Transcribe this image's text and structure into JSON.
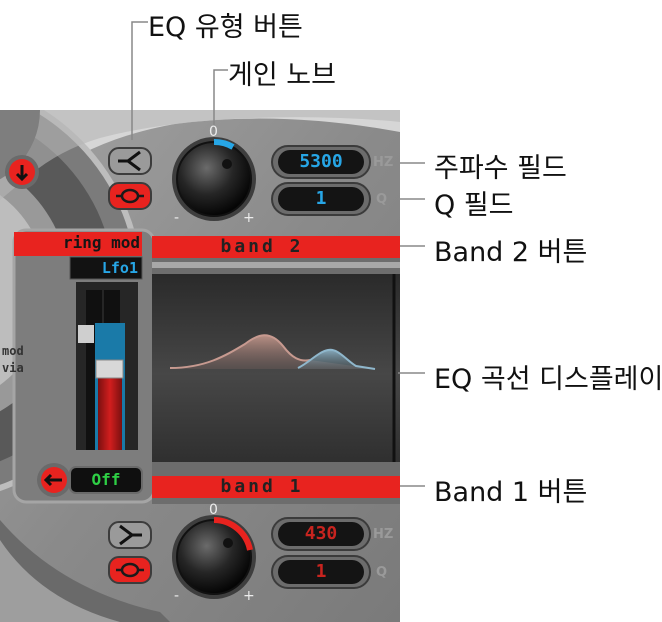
{
  "callouts": {
    "eq_type": "EQ 유형 버튼",
    "gain_knob": "게인 노브",
    "frequency_field": "주파수 필드",
    "q_field": "Q 필드",
    "band2_button": "Band 2 버튼",
    "eq_curve_display": "EQ 곡선 디스플레이",
    "band1_button": "Band 1 버튼"
  },
  "band2": {
    "frequency_value": "5300",
    "frequency_unit": "HZ",
    "q_value": "1",
    "q_unit": "Q",
    "label": "band 2",
    "knob_zero": "0",
    "knob_minus": "-",
    "knob_plus": "+"
  },
  "band1": {
    "frequency_value": "430",
    "frequency_unit": "HZ",
    "q_value": "1",
    "q_unit": "Q",
    "label": "band 1",
    "knob_zero": "0",
    "knob_minus": "-",
    "knob_plus": "+"
  },
  "mod_section": {
    "header": "ring mod",
    "source": "Lfo1",
    "status": "Off",
    "side_text_1": "mod",
    "side_text_2": "via"
  },
  "colors": {
    "accent_red": "#e8231f",
    "lcd_blue_text": "#27a6e6",
    "lcd_red_text": "#c8241f",
    "lcd_green_text": "#2ecf45",
    "panel_gray": "#8f8f8f"
  }
}
